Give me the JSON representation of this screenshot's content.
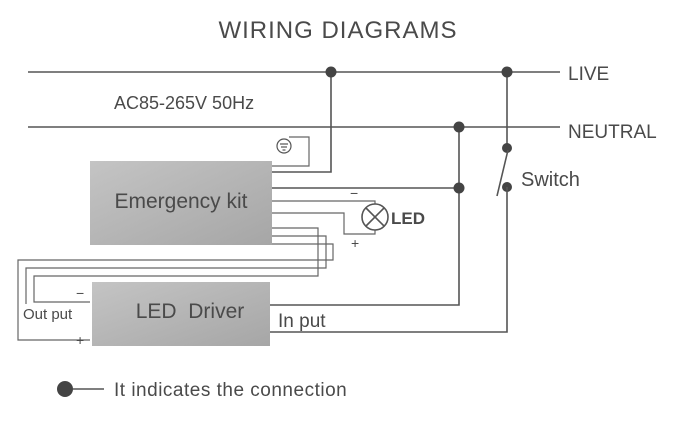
{
  "title": "WIRING DIAGRAMS",
  "supply": "AC85-265V 50Hz",
  "lines": {
    "live": "LIVE",
    "neutral": "NEUTRAL"
  },
  "switch_label": "Switch",
  "emergency_kit": {
    "label": "Emergency kit",
    "minus": "−",
    "plus": "+"
  },
  "led": {
    "label": "LED"
  },
  "led_driver": {
    "label": "LED  Driver",
    "input_label": "In put",
    "output_label": "Out put",
    "minus": "−",
    "plus": "+"
  },
  "legend": {
    "text": "It indicates the connection"
  },
  "colors": {
    "wire": "#555555",
    "box_fill": "#b3b3b3",
    "dot": "#444444",
    "text": "#4a4a4a"
  },
  "icons": {
    "ground": "ground-icon",
    "lamp": "lamp-icon",
    "connection": "connection-dot-icon"
  }
}
